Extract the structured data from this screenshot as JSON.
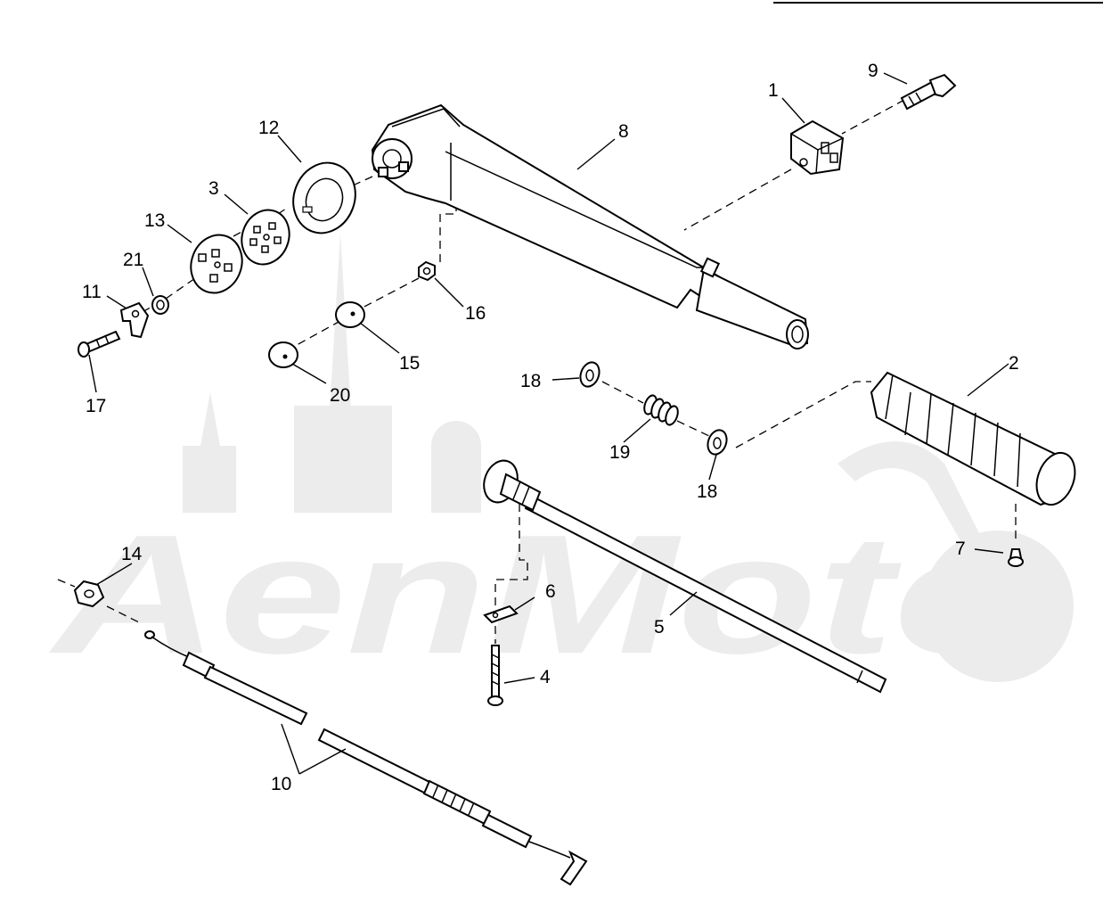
{
  "watermark": {
    "text": "AenMoto"
  },
  "colors": {
    "ink": "#000000",
    "background": "#ffffff",
    "watermark": "#ececec"
  },
  "callouts": [
    {
      "id": "1",
      "label": "1"
    },
    {
      "id": "2",
      "label": "2"
    },
    {
      "id": "3",
      "label": "3"
    },
    {
      "id": "4",
      "label": "4"
    },
    {
      "id": "5",
      "label": "5"
    },
    {
      "id": "6",
      "label": "6"
    },
    {
      "id": "7",
      "label": "7"
    },
    {
      "id": "8",
      "label": "8"
    },
    {
      "id": "9",
      "label": "9"
    },
    {
      "id": "10",
      "label": "10"
    },
    {
      "id": "11",
      "label": "11"
    },
    {
      "id": "12",
      "label": "12"
    },
    {
      "id": "13",
      "label": "13"
    },
    {
      "id": "14",
      "label": "14"
    },
    {
      "id": "15",
      "label": "15"
    },
    {
      "id": "16",
      "label": "16"
    },
    {
      "id": "17",
      "label": "17"
    },
    {
      "id": "18a",
      "label": "18"
    },
    {
      "id": "18b",
      "label": "18"
    },
    {
      "id": "19",
      "label": "19"
    },
    {
      "id": "20",
      "label": "20"
    },
    {
      "id": "21",
      "label": "21"
    }
  ]
}
